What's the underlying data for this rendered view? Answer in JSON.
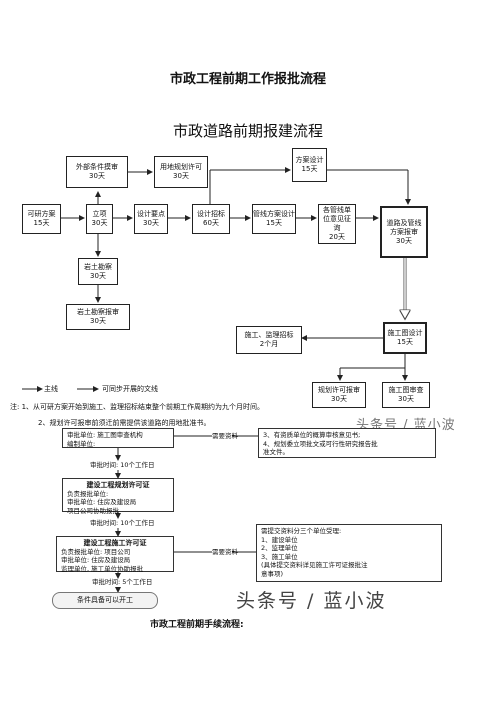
{
  "doc_title": "市政工程前期工作报批流程",
  "diagram_title": "市政道路前期报建流程",
  "nodes": {
    "waibu": {
      "label": "外部条件摸审",
      "days": "30天"
    },
    "yongdi": {
      "label": "用地规划许可",
      "days": "30天"
    },
    "fangan": {
      "label": "方案设计",
      "days": "15天"
    },
    "keyan": {
      "label": "可研方案",
      "days": "15天"
    },
    "lixiang": {
      "label": "立项",
      "days": "30天"
    },
    "sheji": {
      "label": "设计要点",
      "days": "30天"
    },
    "shejizb": {
      "label": "设计招标",
      "days": "60天"
    },
    "guanxian": {
      "label": "管线方案设计",
      "days": "15天"
    },
    "geguanxian": {
      "label": "各管线单位意见征询",
      "days": "20天"
    },
    "daolu": {
      "label": "道路及管线方案报审",
      "days": "30天"
    },
    "yantu": {
      "label": "岩土勘察",
      "days": "30天"
    },
    "yantush": {
      "label": "岩土勘察报审",
      "days": "30天"
    },
    "shigongjl": {
      "label": "施工、监理招标",
      "days": "2个月"
    },
    "shigongsj": {
      "label": "施工图设计",
      "days": "15天"
    },
    "guihua": {
      "label": "规划许可报审",
      "days": "30天"
    },
    "shigongtu": {
      "label": "施工图审查",
      "days": "30天"
    }
  },
  "legend": {
    "main": "主线",
    "parallel": "可同步开展的文线"
  },
  "notes": [
    "注: 1、从可研方案开始到施工、监理招标结束整个前期工作周期约为九个月时间。",
    "2、规划许可报审前须迁前需提供该道路的用地批准书。"
  ],
  "watermark_small": "头条号 / 蓝小波",
  "watermark_large": "头条号 / 蓝小波",
  "flow": {
    "approve1": [
      "审批单位: 施工图审查机构",
      "编制单位:"
    ],
    "time1": "审批时间: 10个工作日",
    "box2_title": "建设工程规划许可证",
    "box2_lines": [
      "负责报批单位:",
      "审批单位: 住房及建设局",
      "项目公司协助报批"
    ],
    "time2": "审批时间: 10个工作日",
    "box3_title": "建设工程施工许可证",
    "box3_lines": [
      "负责报批单位: 项目公司",
      "审批单位: 住房及建设局",
      "监理单位, 施工单位协助报批"
    ],
    "time3": "审批时间: 5个工作日",
    "final": "条件具备可以开工",
    "material_label_1": "需要资料",
    "material_label_2": "需要资料",
    "material1": [
      "3、有资质单位的概算审核意见书;",
      "4、规划委立项批文或可行性研究报告批",
      "准文件。"
    ],
    "material2": [
      "需提交资料分三个单位受理:",
      "1、建设单位",
      "2、监理单位",
      "3、施工单位",
      "(具体提交资料详见施工许可证报批注",
      "意事项)"
    ]
  },
  "footer": "市政工程前期手续流程:"
}
